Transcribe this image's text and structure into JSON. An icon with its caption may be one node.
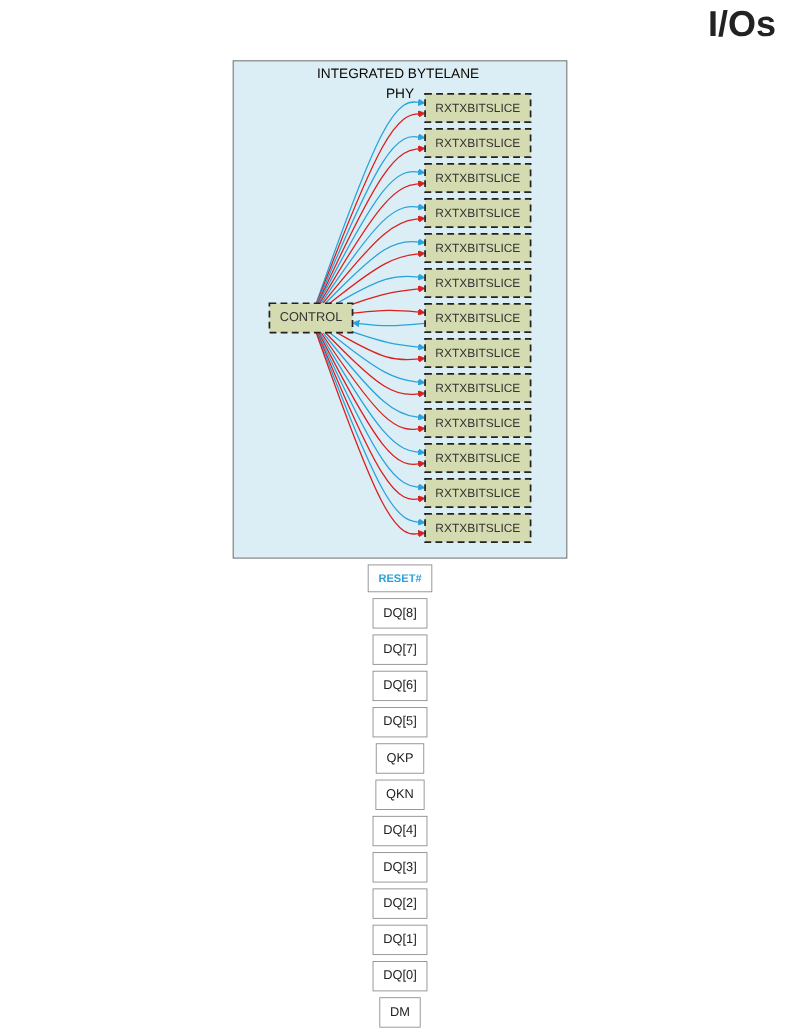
{
  "diagram": {
    "nodes": [
      {
        "text": [
          "INTEGRATED BYTELANE PHY"
        ]
      },
      {
        "text": [
          "CONTROL"
        ],
        "in": 0
      },
      {
        "text": [
          "RXTXBITSLICE"
        ],
        "in": 0
      },
      {
        "text": [
          "RXTXBITSLICE"
        ],
        "in": 0
      },
      {
        "text": [
          "RXTXBITSLICE"
        ],
        "in": 0
      },
      {
        "text": [
          "RXTXBITSLICE"
        ],
        "in": 0
      },
      {
        "text": [
          "RXTXBITSLICE"
        ],
        "in": 0
      },
      {
        "text": [
          "RXTXBITSLICE"
        ],
        "in": 0
      },
      {
        "text": [
          "RXTXBITSLICE"
        ],
        "in": 0
      },
      {
        "text": [
          "RXTXBITSLICE"
        ],
        "in": 0
      },
      {
        "text": [
          "RXTXBITSLICE"
        ],
        "in": 0
      },
      {
        "text": [
          "RXTXBITSLICE"
        ],
        "in": 0
      },
      {
        "text": [
          "RXTXBITSLICE"
        ],
        "in": 0
      },
      {
        "text": [
          "RXTXBITSLICE"
        ],
        "in": 0
      },
      {
        "text": [
          "RXTXBITSLICE"
        ],
        "in": 0
      },
      {
        "text": [
          "RESET#"
        ]
      },
      {
        "text": [
          "DQ[8]"
        ]
      },
      {
        "text": [
          "DQ[7]"
        ]
      },
      {
        "text": [
          "DQ[6]"
        ]
      },
      {
        "text": [
          "DQ[5]"
        ]
      },
      {
        "text": [
          "QKP"
        ]
      },
      {
        "text": [
          "QKN"
        ]
      },
      {
        "text": [
          "DQ[4]"
        ]
      },
      {
        "text": [
          "DQ[3]"
        ]
      },
      {
        "text": [
          "DQ[2]"
        ]
      },
      {
        "text": [
          "DQ[1]"
        ]
      },
      {
        "text": [
          "DQ[0]"
        ]
      },
      {
        "text": [
          "DM"
        ]
      }
    ],
    "edges": [
      {
        "from": 1,
        "to": 2,
        "arrow": "to",
        "color": "#2aa3dc"
      },
      {
        "from": 1,
        "to": 2,
        "arrow": "to",
        "color": "#d9201e"
      },
      {
        "from": 1,
        "to": 3,
        "arrow": "to",
        "color": "#2aa3dc"
      },
      {
        "from": 1,
        "to": 3,
        "arrow": "to",
        "color": "#d9201e"
      },
      {
        "from": 1,
        "to": 4,
        "arrow": "to",
        "color": "#2aa3dc"
      },
      {
        "from": 1,
        "to": 4,
        "arrow": "to",
        "color": "#d9201e"
      },
      {
        "from": 1,
        "to": 5,
        "arrow": "to",
        "color": "#2aa3dc"
      },
      {
        "from": 1,
        "to": 5,
        "arrow": "to",
        "color": "#d9201e"
      },
      {
        "from": 1,
        "to": 6,
        "arrow": "to",
        "color": "#2aa3dc"
      },
      {
        "from": 1,
        "to": 6,
        "arrow": "to",
        "color": "#d9201e"
      },
      {
        "from": 1,
        "to": 7,
        "arrow": "to",
        "color": "#2aa3dc"
      },
      {
        "from": 1,
        "to": 7,
        "arrow": "to",
        "color": "#d9201e"
      },
      {
        "from": 8,
        "to": 1,
        "arrow": "to",
        "color": "#2aa3dc"
      },
      {
        "from": 1,
        "to": 8,
        "arrow": "to",
        "color": "#d9201e"
      },
      {
        "from": 1,
        "to": 9,
        "arrow": "to",
        "color": "#2aa3dc"
      },
      {
        "from": 1,
        "to": 9,
        "arrow": "to",
        "color": "#d9201e"
      },
      {
        "from": 1,
        "to": 10,
        "arrow": "to",
        "color": "#2aa3dc"
      },
      {
        "from": 1,
        "to": 10,
        "arrow": "to",
        "color": "#d9201e"
      },
      {
        "from": 1,
        "to": 11,
        "arrow": "to",
        "color": "#2aa3dc"
      },
      {
        "from": 1,
        "to": 11,
        "arrow": "to",
        "color": "#d9201e"
      },
      {
        "from": 1,
        "to": 12,
        "arrow": "to",
        "color": "#2aa3dc"
      },
      {
        "from": 1,
        "to": 12,
        "arrow": "to",
        "color": "#d9201e"
      },
      {
        "from": 1,
        "to": 13,
        "arrow": "to",
        "color": "#2aa3dc"
      },
      {
        "from": 1,
        "to": 13,
        "arrow": "to",
        "color": "#d9201e"
      },
      {
        "from": 1,
        "to": 14,
        "arrow": "to",
        "color": "#2aa3dc"
      },
      {
        "from": 1,
        "to": 14,
        "arrow": "to",
        "color": "#d9201e"
      }
    ],
    "labels": [
      "I/Os"
    ]
  }
}
